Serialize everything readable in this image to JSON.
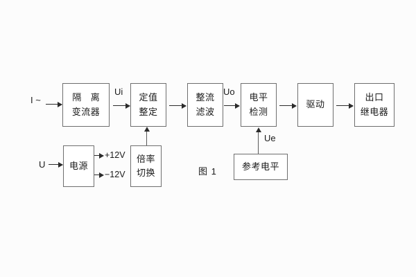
{
  "figure": {
    "caption": "图 1",
    "background_color": "#fcfcfc",
    "box_border_color": "#6e6e6e",
    "line_color": "#2b2b2b"
  },
  "inputs": {
    "current_input": "I ~",
    "voltage_input": "U"
  },
  "signals": {
    "ui": "Ui",
    "uo": "Uo",
    "ue": "Ue",
    "supply_positive": "+12V",
    "supply_negative": "−12V"
  },
  "blocks": [
    {
      "id": "isolation-transformer",
      "line1": "隔 离",
      "line2": "变流器"
    },
    {
      "id": "setting-value",
      "line1": "定值",
      "line2": "整定"
    },
    {
      "id": "rectifier-filter",
      "line1": "整流",
      "line2": "滤波"
    },
    {
      "id": "level-detection",
      "line1": "电平",
      "line2": "检测"
    },
    {
      "id": "drive",
      "line1": "驱动",
      "line2": ""
    },
    {
      "id": "output-relay",
      "line1": "出口",
      "line2": "继电器"
    },
    {
      "id": "power-supply",
      "line1": "电源",
      "line2": ""
    },
    {
      "id": "multiplier-switch",
      "line1": "倍率",
      "line2": "切换"
    },
    {
      "id": "reference-level",
      "line1": "参考电平",
      "line2": ""
    }
  ]
}
